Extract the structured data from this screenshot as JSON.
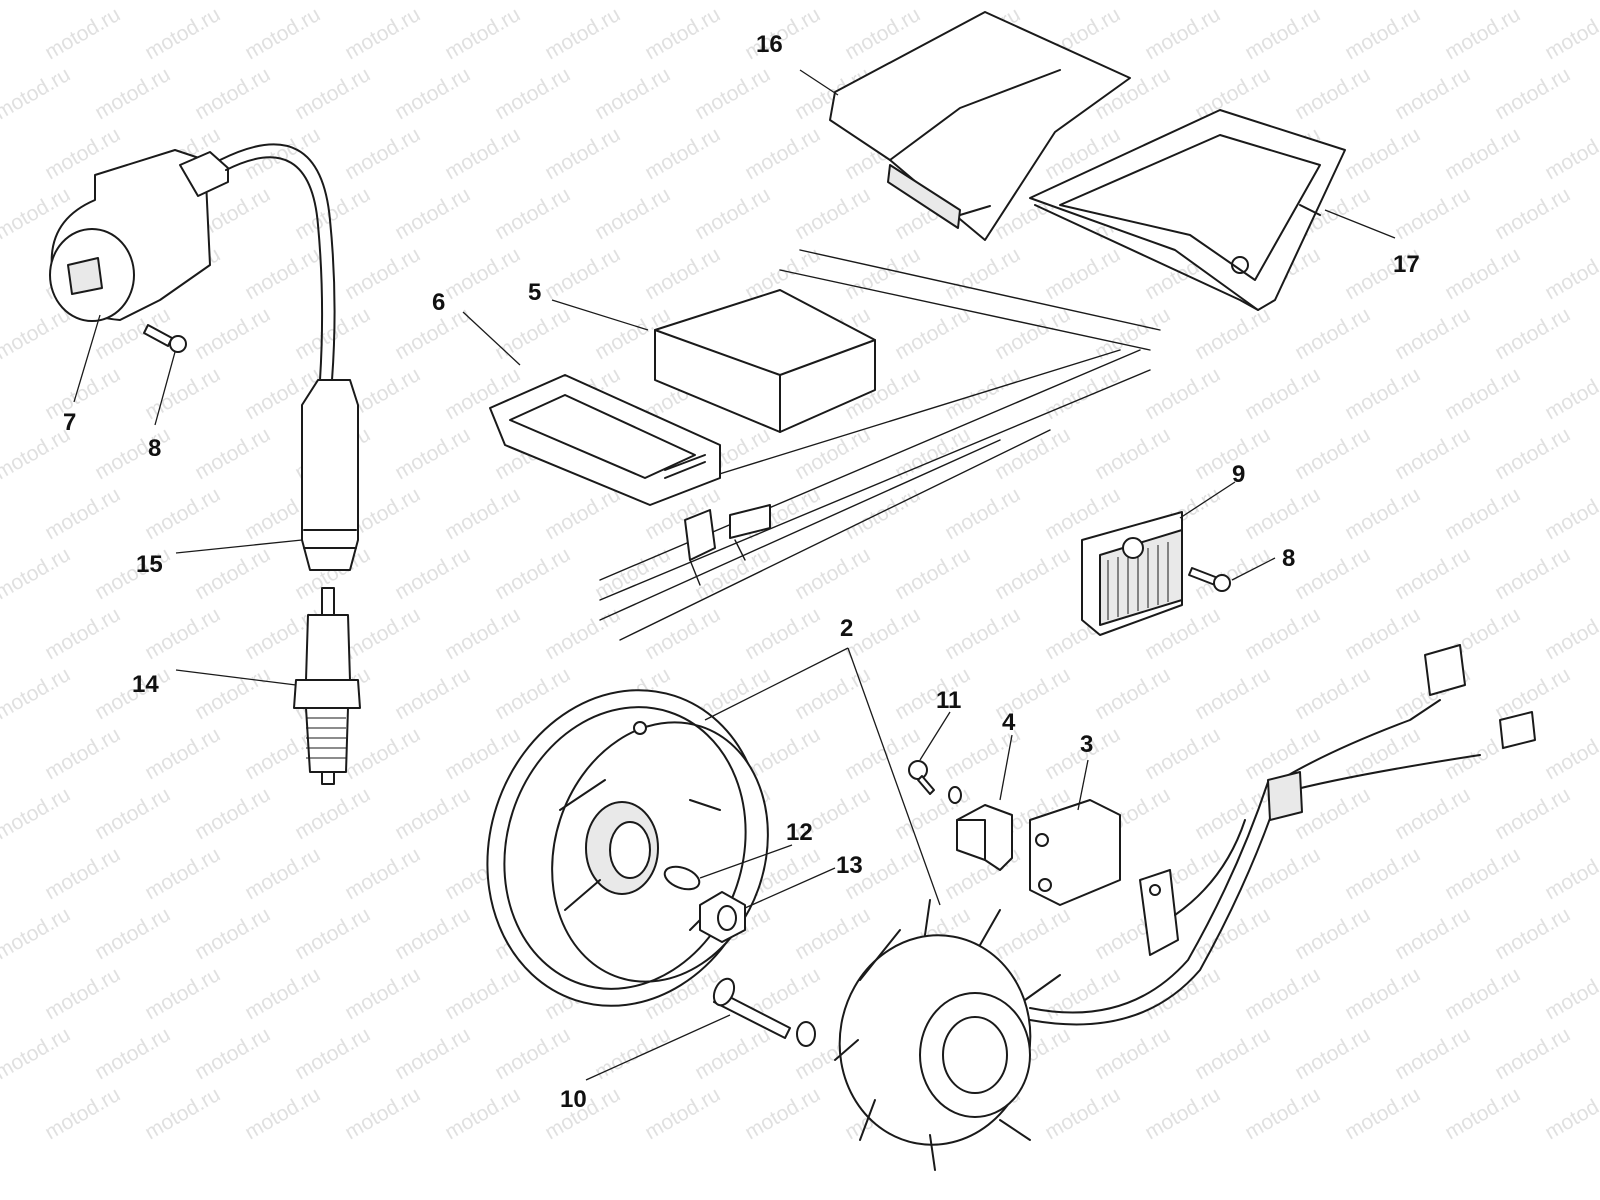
{
  "watermark": {
    "text": "motod.ru"
  },
  "callouts": {
    "c2": "2",
    "c3": "3",
    "c4": "4",
    "c5": "5",
    "c6": "6",
    "c7": "7",
    "c8a": "8",
    "c8b": "8",
    "c9": "9",
    "c10": "10",
    "c11": "11",
    "c12": "12",
    "c13": "13",
    "c14": "14",
    "c15": "15",
    "c16": "16",
    "c17": "17"
  }
}
